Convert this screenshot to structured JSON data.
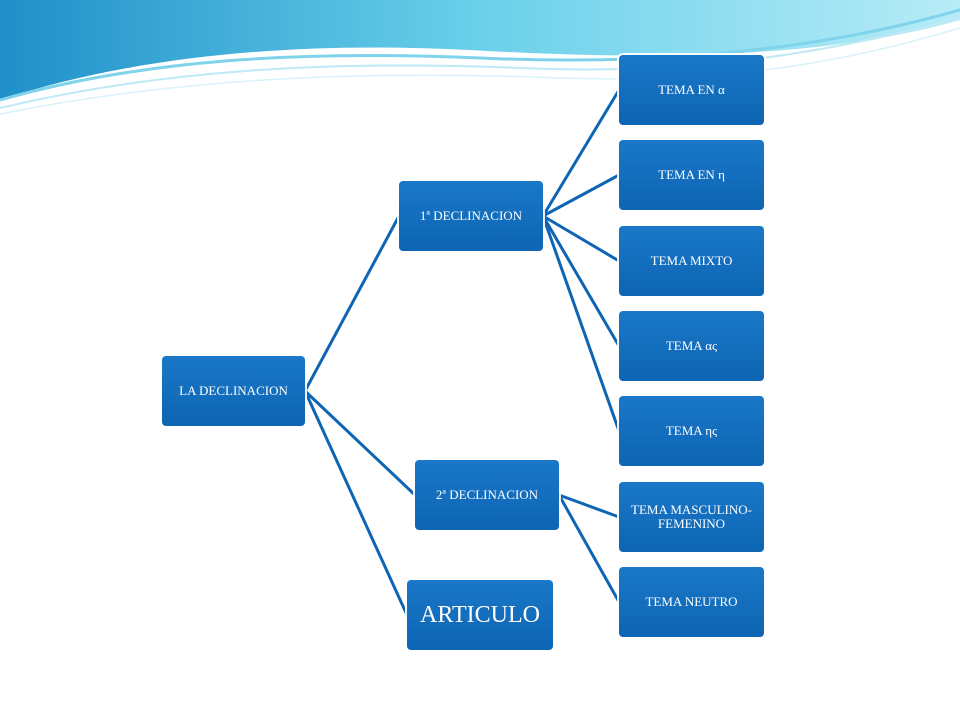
{
  "root": {
    "label": "LA DECLINACION"
  },
  "level1": [
    {
      "id": "d1",
      "label": "1ª DECLINACION"
    },
    {
      "id": "d2",
      "label": "2ª DECLINACION"
    },
    {
      "id": "art",
      "label": "ARTICULO"
    }
  ],
  "level2": [
    {
      "parent": "d1",
      "label": "TEMA EN α"
    },
    {
      "parent": "d1",
      "label": "TEMA EN η"
    },
    {
      "parent": "d1",
      "label": "TEMA MIXTO"
    },
    {
      "parent": "d1",
      "label": "TEMA ας"
    },
    {
      "parent": "d1",
      "label": "TEMA ης"
    },
    {
      "parent": "d2",
      "label": "TEMA MASCULINO-FEMENINO"
    },
    {
      "parent": "d2",
      "label": "TEMA NEUTRO"
    }
  ]
}
